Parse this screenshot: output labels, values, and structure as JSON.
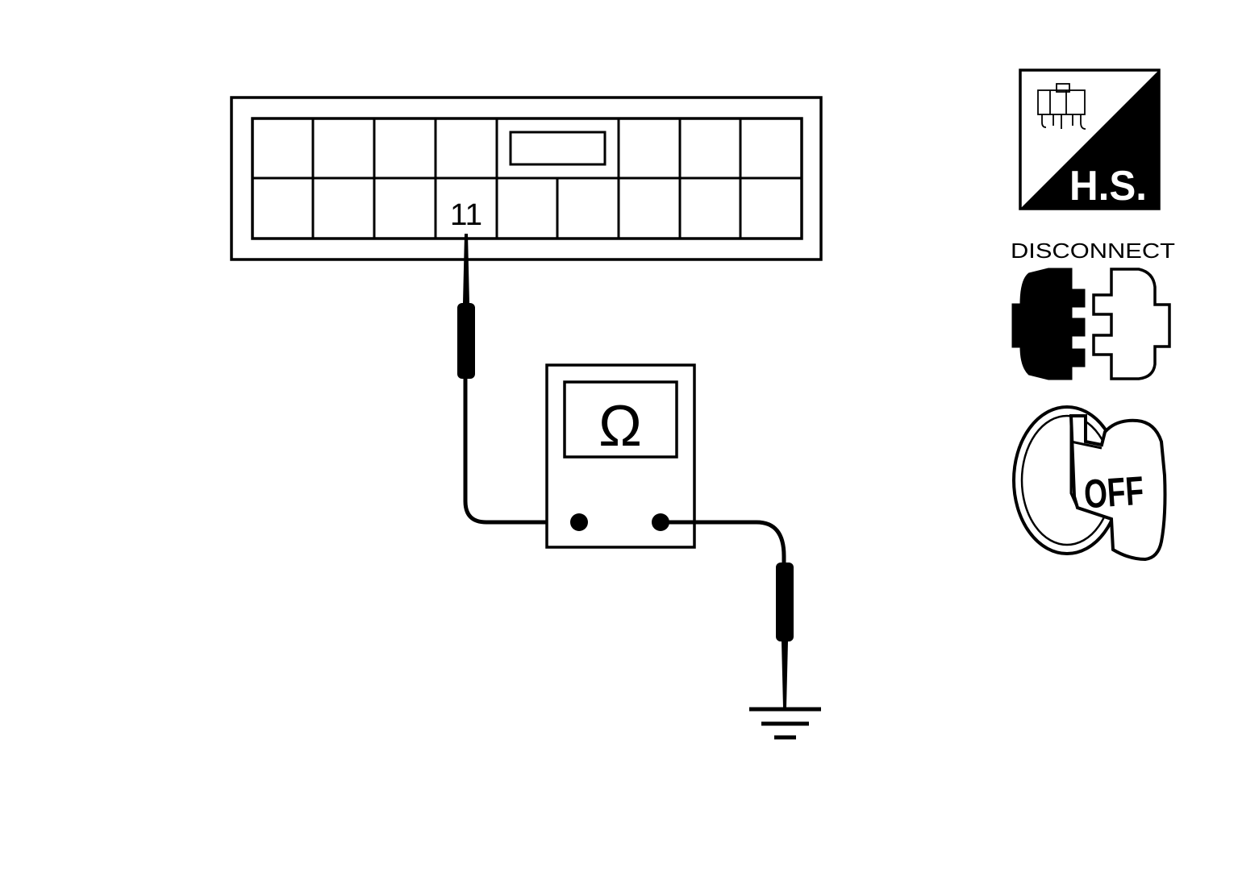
{
  "connector": {
    "pin_label": "11"
  },
  "meter": {
    "symbol": "Ω"
  },
  "icons": {
    "harness_side": {
      "icon": "harness-connector-icon",
      "label": "H.S."
    },
    "disconnect": {
      "icon": "disconnect-connector-icon",
      "label": "DISCONNECT"
    },
    "ignition": {
      "icon": "ignition-key-icon",
      "label": "OFF"
    }
  },
  "colors": {
    "line": "#000000",
    "background": "#ffffff"
  }
}
